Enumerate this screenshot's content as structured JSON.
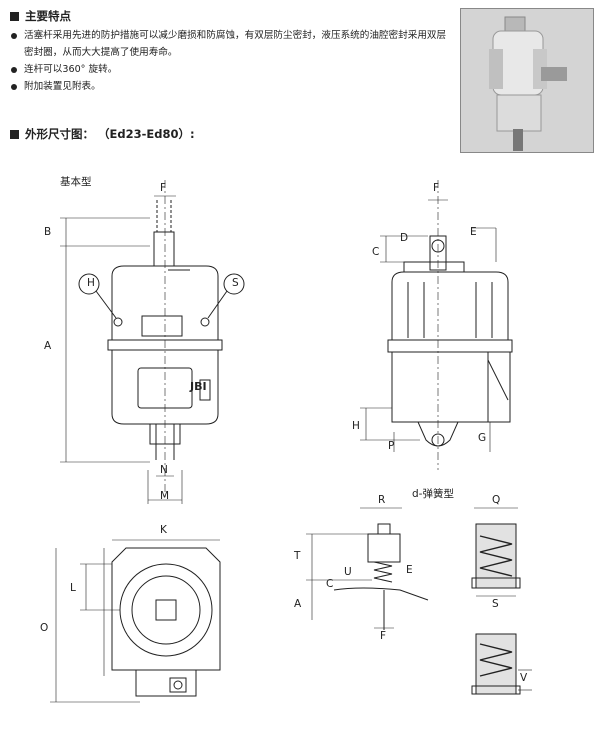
{
  "features": {
    "heading": "主要特点",
    "bullets": [
      "活塞杆采用先进的防护措施可以减少磨损和防腐蚀，有双层防尘密封，液压系统的油腔密封采用双层密封圈，从而大大提高了使用寿命。",
      "连杆可以360° 旋转。",
      "附加装置见附表。"
    ]
  },
  "dimensions": {
    "heading": "外形尺寸图： （Ed23-Ed80）:"
  },
  "labels": {
    "basic_type": "基本型",
    "spring_type": "d-弹簧型",
    "nameplate": "JBI",
    "H": "H",
    "S": "S",
    "F": "F",
    "B": "B",
    "A": "A",
    "N": "N",
    "M": "M",
    "D": "D",
    "C": "C",
    "E": "E",
    "P": "P",
    "G": "G",
    "K": "K",
    "L": "L",
    "O": "O",
    "R": "R",
    "T": "T",
    "U": "U",
    "Q": "Q",
    "V": "V"
  },
  "colors": {
    "line": "#222222",
    "photo_body": "#d9d9d9"
  }
}
